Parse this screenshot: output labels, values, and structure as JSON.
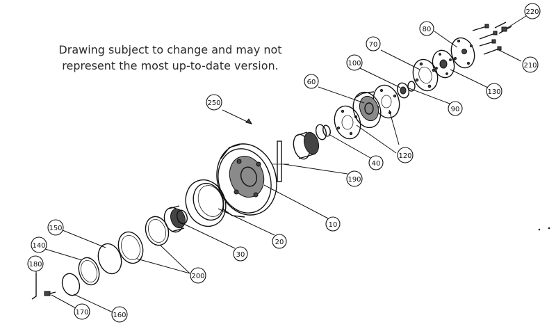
{
  "notice": {
    "line1": "Drawing subject to change and may not",
    "line2": "represent the most up-to-date version."
  },
  "callouts": {
    "c10": "10",
    "c20": "20",
    "c30": "30",
    "c40": "40",
    "c60": "60",
    "c70": "70",
    "c80": "80",
    "c90": "90",
    "c100": "100",
    "c120": "120",
    "c130": "130",
    "c140": "140",
    "c150": "150",
    "c160": "160",
    "c170": "170",
    "c180": "180",
    "c190": "190",
    "c200": "200",
    "c210": "210",
    "c220": "220",
    "c250": "250"
  },
  "colors": {
    "line": "#111111",
    "background": "#ffffff",
    "text": "#2b2b2b"
  }
}
